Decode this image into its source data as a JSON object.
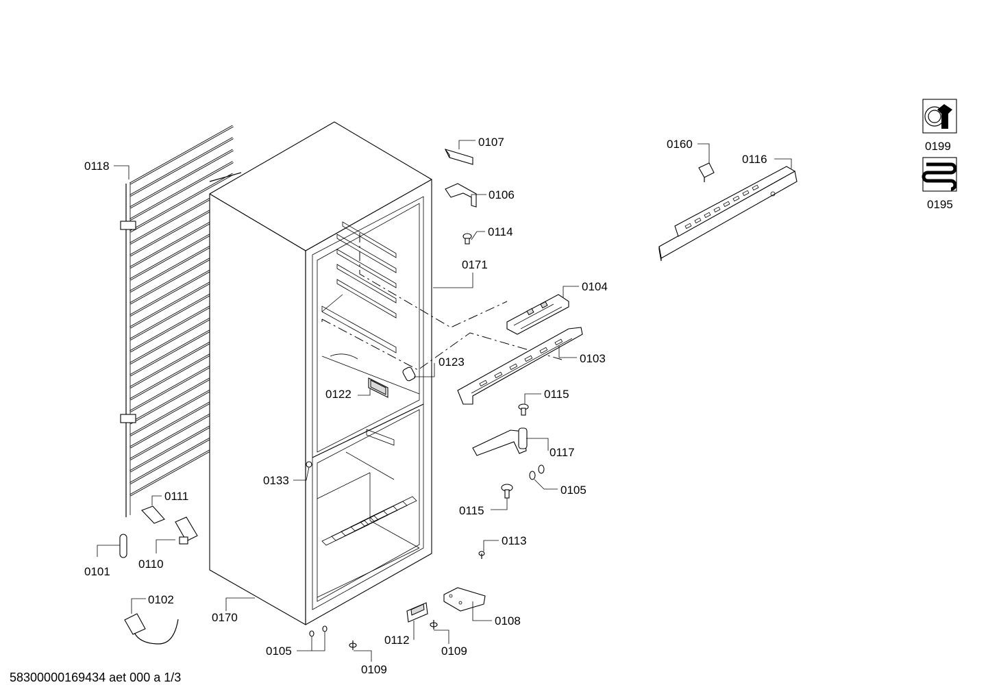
{
  "document_id": "58300000169434 aet 000 a 1/3",
  "legend": [
    {
      "code": "0199",
      "icon": "service-wrench-icon"
    },
    {
      "code": "0195",
      "icon": "condenser-coil-icon"
    }
  ],
  "callouts": [
    {
      "id": "c0118",
      "code": "0118"
    },
    {
      "id": "c0107",
      "code": "0107"
    },
    {
      "id": "c0106",
      "code": "0106"
    },
    {
      "id": "c0114",
      "code": "0114"
    },
    {
      "id": "c0171",
      "code": "0171"
    },
    {
      "id": "c0104",
      "code": "0104"
    },
    {
      "id": "c0103",
      "code": "0103"
    },
    {
      "id": "c0123",
      "code": "0123"
    },
    {
      "id": "c0122",
      "code": "0122"
    },
    {
      "id": "c0115a",
      "code": "0115"
    },
    {
      "id": "c0117",
      "code": "0117"
    },
    {
      "id": "c0133",
      "code": "0133"
    },
    {
      "id": "c0105a",
      "code": "0105"
    },
    {
      "id": "c0115b",
      "code": "0115"
    },
    {
      "id": "c0111",
      "code": "0111"
    },
    {
      "id": "c0110",
      "code": "0110"
    },
    {
      "id": "c0101",
      "code": "0101"
    },
    {
      "id": "c0113",
      "code": "0113"
    },
    {
      "id": "c0102",
      "code": "0102"
    },
    {
      "id": "c0170",
      "code": "0170"
    },
    {
      "id": "c0108",
      "code": "0108"
    },
    {
      "id": "c0112",
      "code": "0112"
    },
    {
      "id": "c0109a",
      "code": "0109"
    },
    {
      "id": "c0105b",
      "code": "0105"
    },
    {
      "id": "c0109b",
      "code": "0109"
    },
    {
      "id": "c0160",
      "code": "0160"
    },
    {
      "id": "c0116",
      "code": "0116"
    }
  ]
}
